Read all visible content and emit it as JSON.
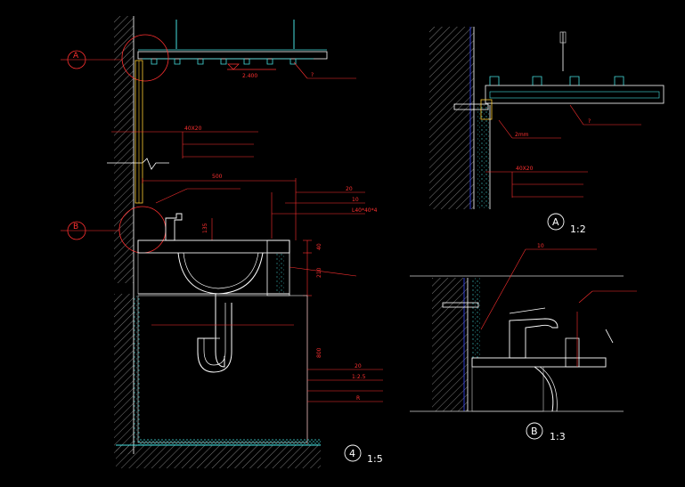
{
  "main_section": {
    "section_number": "4",
    "scale": "1:5",
    "elevation_mark": "2.400",
    "bubble_top": "A",
    "bubble_mid": "B",
    "ceiling_note": "?",
    "wall_notes": [
      "40X20",
      "",
      ""
    ],
    "counter_notes": [
      "20",
      "10",
      "L40*40*4"
    ],
    "mirror_note": "",
    "right_counter_note": "",
    "trap_note": "",
    "lower_notes": [
      "20",
      "1:2.5",
      "",
      "R"
    ],
    "dims_right": [
      "40",
      "210",
      "800"
    ],
    "dim_top": "500",
    "dim_tap": "135"
  },
  "detail_a": {
    "letter": "A",
    "scale": "1:2",
    "notes_top": [
      "?"
    ],
    "notes_mid": [
      "2mm"
    ],
    "notes_wall": [
      "40X20",
      "",
      ""
    ]
  },
  "detail_b": {
    "letter": "B",
    "scale": "1:3",
    "notes": [
      "10",
      ""
    ]
  }
}
